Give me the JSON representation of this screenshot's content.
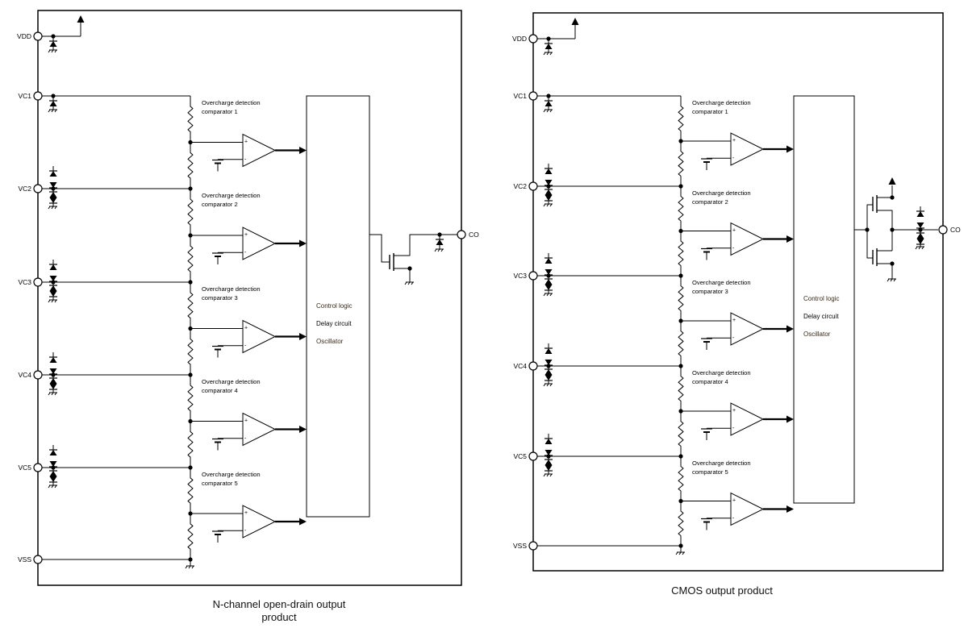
{
  "left_block": {
    "pins": [
      "VDD",
      "VC1",
      "VC2",
      "VC3",
      "VC4",
      "VC5",
      "VSS"
    ],
    "output_pin": "CO",
    "comparators": [
      {
        "line1": "Overcharge detection",
        "line2": "comparator 1"
      },
      {
        "line1": "Overcharge detection",
        "line2": "comparator 2"
      },
      {
        "line1": "Overcharge detection",
        "line2": "comparator 3"
      },
      {
        "line1": "Overcharge detection",
        "line2": "comparator 4"
      },
      {
        "line1": "Overcharge detection",
        "line2": "comparator 5"
      }
    ],
    "logic_labels": [
      "Control logic",
      "Delay circuit",
      "Oscillator"
    ],
    "caption_line1": "N-channel open-drain output",
    "caption_line2": "product"
  },
  "right_block": {
    "pins": [
      "VDD",
      "VC1",
      "VC2",
      "VC3",
      "VC4",
      "VC5",
      "VSS"
    ],
    "output_pin": "CO",
    "comparators": [
      {
        "line1": "Overcharge detection",
        "line2": "comparator 1"
      },
      {
        "line1": "Overcharge detection",
        "line2": "comparator 2"
      },
      {
        "line1": "Overcharge detection",
        "line2": "comparator 3"
      },
      {
        "line1": "Overcharge detection",
        "line2": "comparator 4"
      },
      {
        "line1": "Overcharge detection",
        "line2": "comparator 5"
      }
    ],
    "logic_labels": [
      "Control logic",
      "Delay circuit",
      "Oscillator"
    ],
    "caption": "CMOS output product"
  },
  "colors": {
    "line": "#000000",
    "logic_label": "#3a2a1a",
    "background": "#ffffff"
  }
}
